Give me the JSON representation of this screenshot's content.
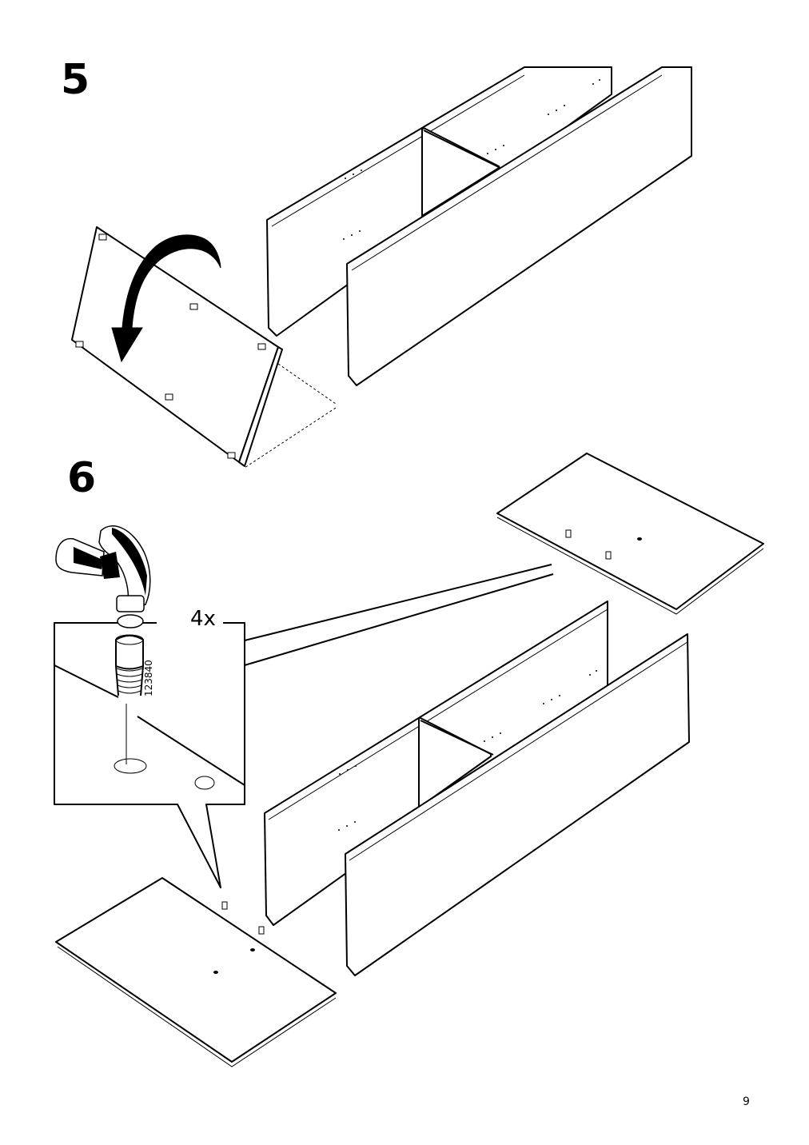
{
  "steps": [
    {
      "number": "5"
    },
    {
      "number": "6"
    }
  ],
  "detail": {
    "quantity": "4x",
    "part_number": "123840"
  },
  "page": {
    "number": "9"
  }
}
